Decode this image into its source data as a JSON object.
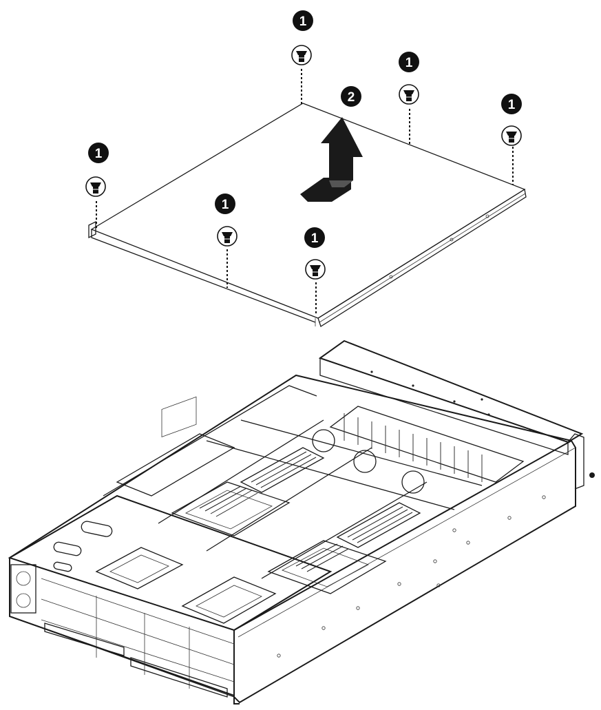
{
  "callouts": {
    "remove_screws_step": "1",
    "lift_cover_step": "2"
  },
  "icons": {
    "step_marker": "black-circle-badge",
    "screw": "screw-icon",
    "arrow": "slide-then-lift-arrow-icon"
  },
  "colors": {
    "line": "#1a1a1a",
    "badge": "#111111",
    "badge_text": "#ffffff",
    "background": "#ffffff"
  }
}
